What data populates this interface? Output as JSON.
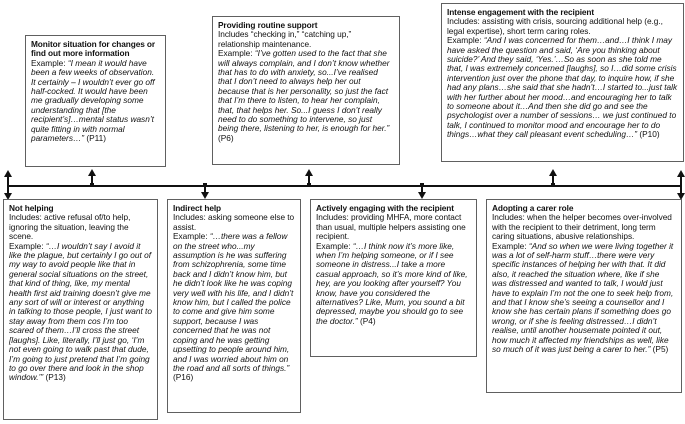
{
  "colors": {
    "background": "#ffffff",
    "box_border": "#606060",
    "text": "#111111",
    "line": "#111111"
  },
  "diagram_type": "continuum of helping behaviours with boxes above and below a double-headed axis line",
  "top_row": [
    {
      "title": "Monitor situation for changes or find out more information",
      "example_label": "Example: ",
      "quote": "“I mean it would have been a few weeks of observation. It certainly – I wouldn’t ever go off half-cocked. It would have been me gradually developing some understanding that [the recipient’s]…mental status wasn’t quite fitting in with normal parameters…”",
      "citation": "(P11)"
    },
    {
      "title": "Providing routine support",
      "includes": "Includes “checking in,” “catching up,” relationship maintenance.",
      "example_label": "Example: ",
      "quote": "“I’ve gotten used to the fact that she will always complain, and I don’t know whether that has to do with anxiety, so...I’ve realised that I don’t need to always help her out because that is her personality, so just the fact that I’m there to listen, to hear her complain, that, that helps her. So...I guess I don’t really need to do something to intervene, so just being there, listening to her, is enough for her.”",
      "citation": "(P6)"
    },
    {
      "title": "Intense engagement with the recipient",
      "includes": "Includes: assisting with crisis, sourcing additional help (e.g., legal expertise), short term caring roles.",
      "example_label": "Example: ",
      "quote": "“And I was concerned for them…and…I think I may have asked the question and said, ‘Are you thinking about suicide?’ And they said, ‘Yes.’…So as soon as she told me that, I was extremely concerned [laughs], so I…did some crisis intervention just over the phone that day, to inquire how, if she had any plans…she said that she hadn’t…I started to...just talk with her further about her mood…and encouraging her to talk to someone about it…And then she did go and see the psychologist over a number of sessions… we just continued to talk, I continued to monitor mood and encourage her to do things…what they call pleasant event scheduling…”",
      "citation": "(P10)"
    }
  ],
  "bottom_row": [
    {
      "title": "Not helping",
      "includes": "Includes: active refusal of/to help, ignoring the situation, leaving the scene.",
      "example_label": "Example: ",
      "quote": "“…I wouldn’t say I avoid it like the plague, but certainly I go out of my way to avoid people like that in general social situations on the street, that kind of thing, like, my mental health first aid training doesn’t give me any sort of will or interest or anything in talking to those people, I just want to stay away from them cos I’m too scared of them…I’ll cross the street [laughs]. Like, literally, I’ll just go, ‘I’m not even going to walk past that dude, I’m going to just pretend that I’m going to go over there and look in the shop window.’”",
      "citation": "(P13)"
    },
    {
      "title": "Indirect help",
      "includes": "Includes: asking someone else to assist.",
      "example_label": "Example: ",
      "quote": "“…there was a fellow on the street who...my assumption is he was suffering from schizophrenia, some time back and I didn’t know him, but he didn’t look like he was coping very well with his life, and I didn’t know him, but I called the police to come and give him some support, because I was concerned that he was not coping and he was getting upsetting to people around him, and I was worried about him on the road and all sorts of things.”",
      "citation": "(P16)"
    },
    {
      "title": "Actively engaging with the recipient",
      "includes": "Includes: providing MHFA, more contact than usual, multiple helpers assisting one recipient.",
      "example_label": "Example: ",
      "quote": "“…I think now it’s more like, when I’m helping someone, or if I see someone in distress...I take a more casual approach, so it’s more kind of like, hey, are you looking after yourself? You know, have you considered the alternatives? Like, Mum, you sound a bit depressed, maybe you should go to see the doctor.”",
      "citation": "(P4)"
    },
    {
      "title": "Adopting a carer role",
      "includes": "Includes: when the helper becomes over-involved with the recipient to their detriment, long term caring situations, abusive relationships.",
      "example_label": "Example: ",
      "quote": "“And so when we were living together it was a lot of self-harm stuff…there were very specific instances of helping her with that. It did also, it reached the situation where, like if she was distressed and wanted to talk, I would just have to explain I’m not the one to seek help from, and that I know she’s seeing a counsellor and I know she has certain plans if something does go wrong, or if she is feeling distressed…I didn’t realise, until another housemate pointed it out, how much it affected my friendships as well, like so much of it was just being a carer to her.”",
      "citation": "(P5)"
    }
  ]
}
